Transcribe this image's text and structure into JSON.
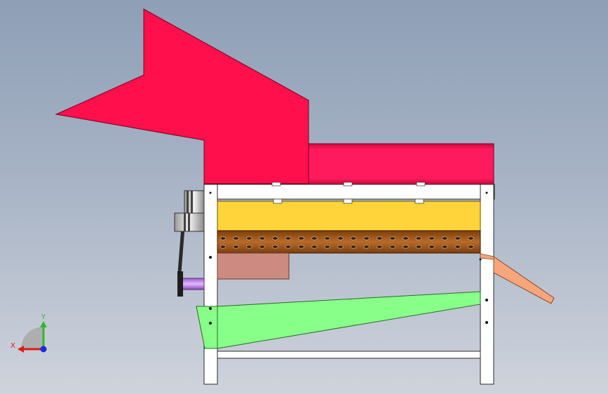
{
  "viewport": {
    "background_top": "#8e9fb6",
    "background_bottom": "#cfd3dc"
  },
  "model": {
    "parts": [
      {
        "id": "hopper",
        "color": "#ff0f4b"
      },
      {
        "id": "drum-cover",
        "color": "#ff0f5a"
      },
      {
        "id": "frame",
        "color": "#ffffff"
      },
      {
        "id": "threshing-drum",
        "color": "#ffd43a"
      },
      {
        "id": "perforated-screen",
        "color": "#a35b1e"
      },
      {
        "id": "cover-plate",
        "color": "#cd8a80"
      },
      {
        "id": "sieve-chute",
        "color": "#88ff88"
      },
      {
        "id": "discharge-chute",
        "color": "#f6a57d"
      },
      {
        "id": "pulley-upper",
        "color": "#d8d8d8"
      },
      {
        "id": "pulley-middle",
        "color": "#d8d8d8"
      },
      {
        "id": "shaft-lower",
        "color": "#c98ee8"
      }
    ]
  },
  "triad": {
    "x_label": "X",
    "y_label": "Y",
    "x_color": "#e01818",
    "y_color": "#2fb82f",
    "z_color": "#1a2bd8"
  }
}
